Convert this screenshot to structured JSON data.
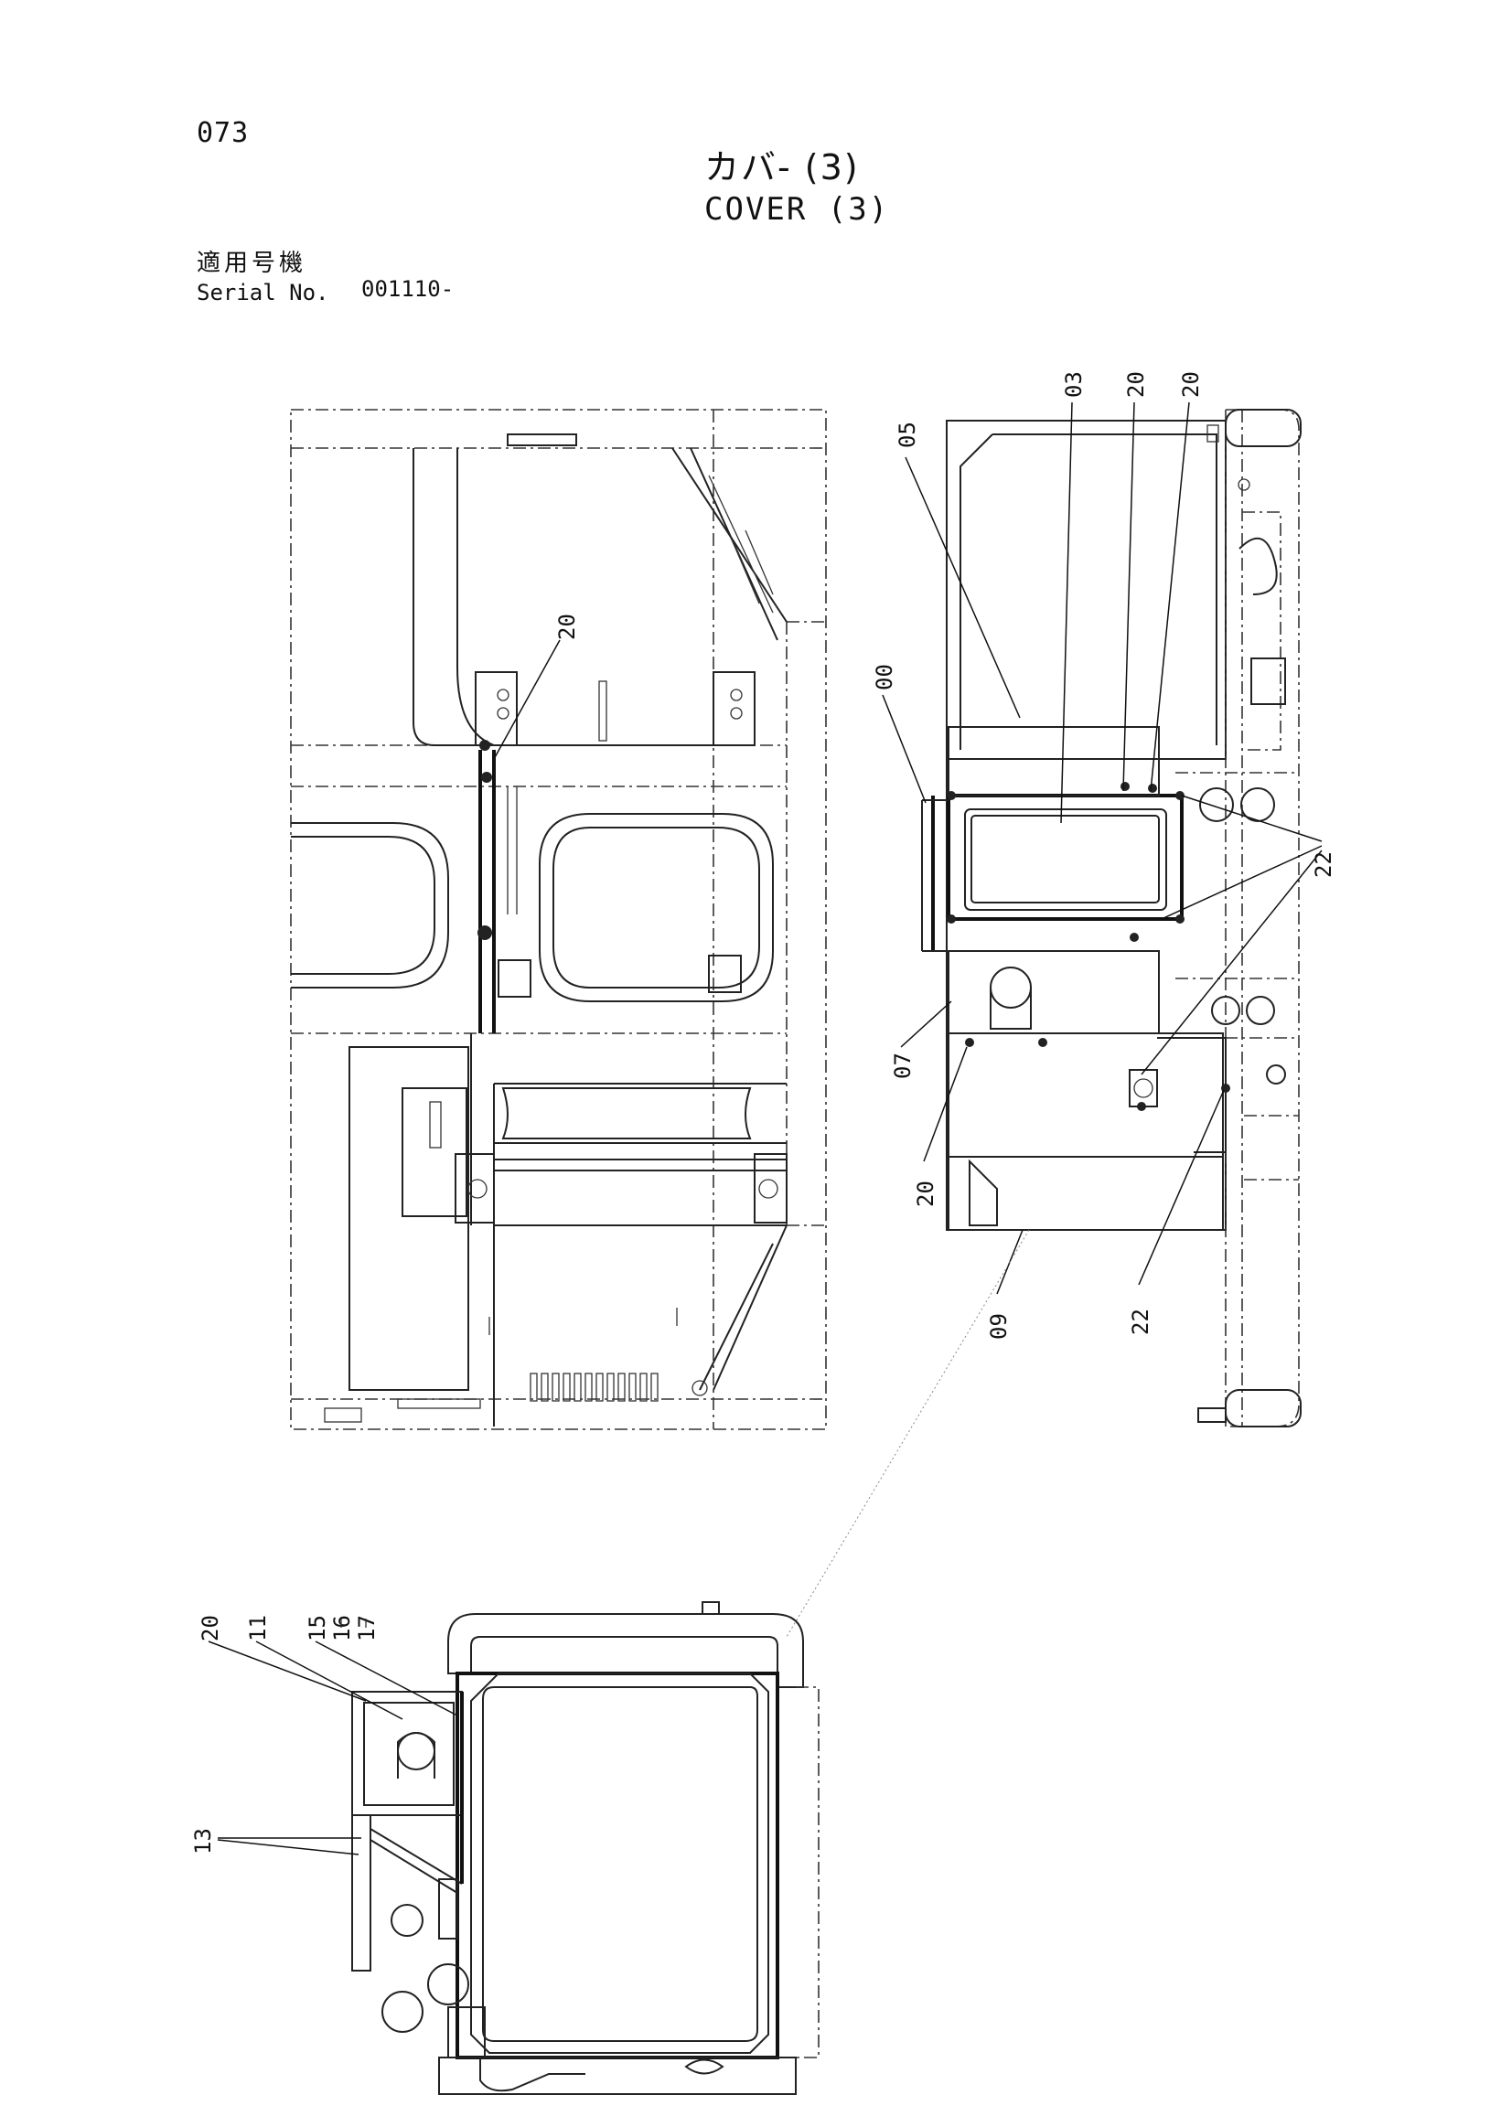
{
  "page": {
    "number": "073",
    "title_jp": "カバ- (3)",
    "title_en": "COVER (3)",
    "serial_label_jp": "適用号機",
    "serial_label_en": "Serial No.",
    "serial_value": "001110-"
  },
  "callouts": {
    "left_view": [
      "20"
    ],
    "right_view": [
      "05",
      "03",
      "20",
      "20",
      "00",
      "22",
      "07",
      "20",
      "09",
      "22"
    ],
    "bottom_view": [
      "20",
      "11",
      "15",
      "16",
      "17",
      "13"
    ]
  }
}
